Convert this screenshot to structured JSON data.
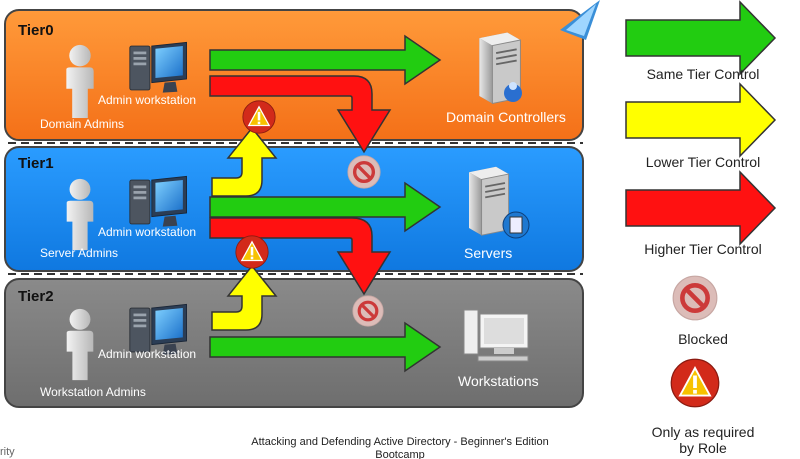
{
  "tiers": [
    {
      "name": "Tier0",
      "admins": "Domain Admins",
      "workstation": "Admin workstation",
      "target": "Domain Controllers",
      "color": "#f47e1e"
    },
    {
      "name": "Tier1",
      "admins": "Server Admins",
      "workstation": "Admin workstation",
      "target": "Servers",
      "color": "#1a8cf2"
    },
    {
      "name": "Tier2",
      "admins": "Workstation Admins",
      "workstation": "Admin workstation",
      "target": "Workstations",
      "color": "#7b7b7b"
    }
  ],
  "legend": {
    "same": "Same Tier Control",
    "lower": "Lower Tier Control",
    "higher": "Higher Tier Control",
    "blocked": "Blocked",
    "required": "Only as required by Role"
  },
  "footer": {
    "center": "Attacking and Defending Active Directory - Beginner's Edition Bootcamp",
    "left": "rity"
  },
  "colors": {
    "green": "#22cc11",
    "yellow": "#ffff00",
    "red": "#ff1111",
    "blocked_bg": "#dcbcb8",
    "blocked_ring": "#cc4444",
    "warn": "#d02a1a"
  }
}
